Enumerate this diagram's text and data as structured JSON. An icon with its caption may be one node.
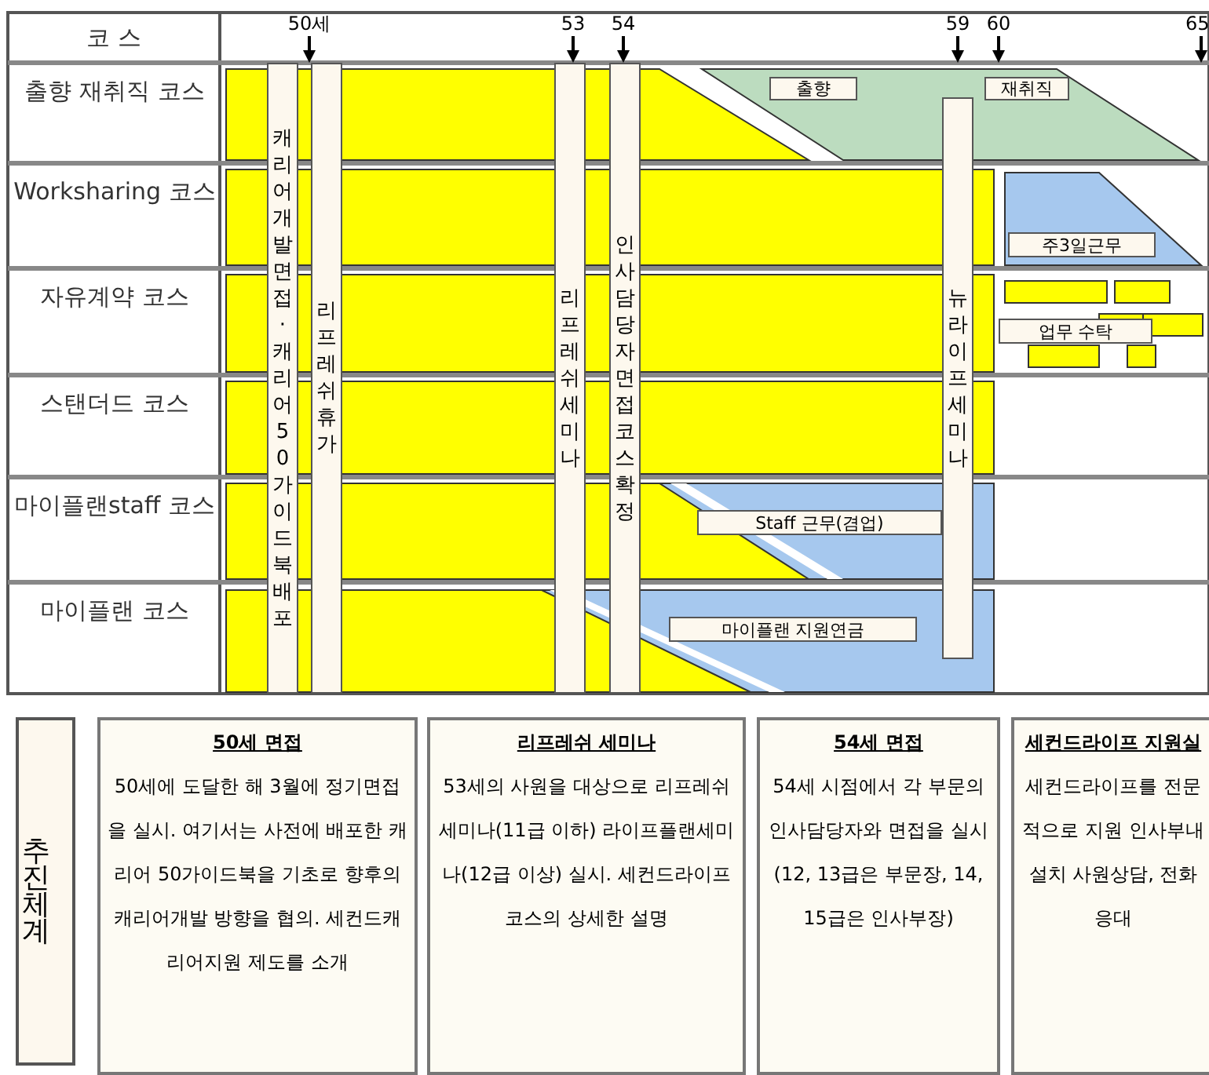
{
  "diagram": {
    "nodes": [
      {
        "text": [
          "캐리어개발면접·캐리어50가이드북 배포"
        ]
      },
      {
        "text": [
          "리프레쉬 휴가"
        ]
      },
      {
        "text": [
          "리프레쉬 세미나"
        ]
      },
      {
        "text": [
          "인사담당자면접 코스확정"
        ]
      },
      {
        "text": [
          "뉴라이프 세미나"
        ]
      },
      {
        "text": [
          "출향"
        ]
      },
      {
        "text": [
          "재취직"
        ]
      },
      {
        "text": [
          "주3일근무"
        ]
      },
      {
        "text": [
          "업무 수탁"
        ]
      },
      {
        "text": [
          "Staff 근무(겸업)"
        ]
      },
      {
        "text": [
          "마이플랜 지원연금"
        ]
      },
      {
        "text": [
          "추진체계"
        ]
      },
      {
        "text": [
          "50세 면접",
          "50세에 도달한 해 3월에 정기면접을 실시. 여기서는 사전에 배포한 캐리어 50가이드북을 기초로 향후의 캐리어개발 방향을 협의. 세컨드캐리어지원 제도를 소개"
        ]
      },
      {
        "text": [
          "리프레쉬 세미나",
          "53세의 사원을 대상으로 리프레쉬세미나(11급 이하) 라이프플랜세미나(12급 이상) 실시. 세컨드라이프코스의 상세한 설명"
        ]
      },
      {
        "text": [
          "54세 면접",
          "54세 시점에서 각 부문의 인사담당자와 면접을 실시 (12, 13급은 부문장, 14, 15급은 인사부장)"
        ]
      },
      {
        "text": [
          "세컨드라이프 지원실",
          "세컨드라이프를 전문적으로 지원 인사부내 설치 사원상담, 전화응대"
        ]
      }
    ],
    "labels": [
      "코 스",
      "50세",
      "53",
      "54",
      "59",
      "60",
      "65",
      "출향 재취직 코스",
      "Worksharing 코스",
      "자유계약 코스",
      "스탠더드 코스",
      "마이플랜staff 코스",
      "마이플랜 코스"
    ]
  }
}
